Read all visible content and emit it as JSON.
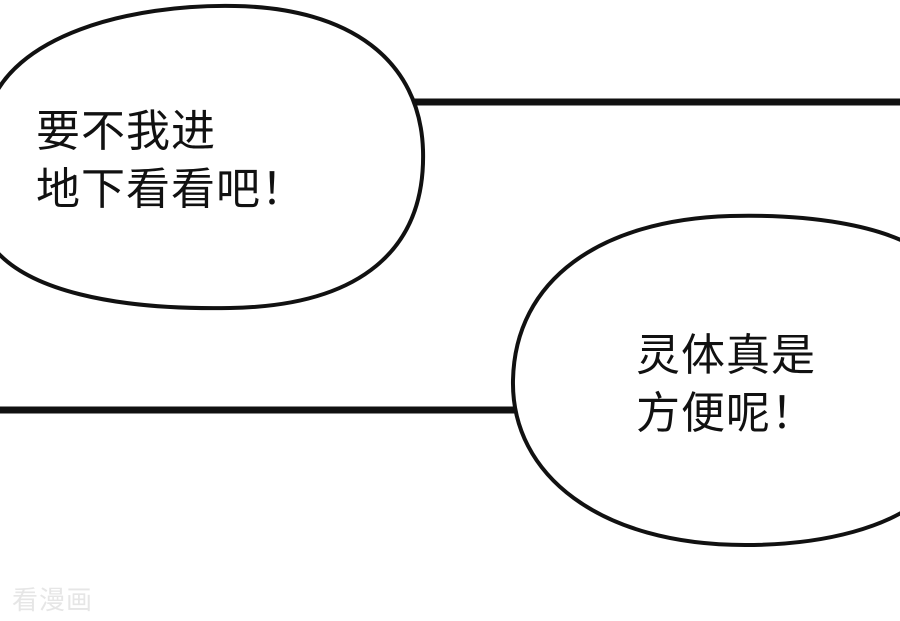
{
  "speech_bubbles": {
    "left": {
      "lines": [
        "要不我进",
        "地下看看吧！"
      ]
    },
    "right": {
      "lines": [
        "灵体真是",
        "方便呢！"
      ]
    }
  },
  "watermark": {
    "text": "看漫画"
  },
  "colors": {
    "ink": "#111111",
    "background": "#ffffff",
    "watermark": "#e6e6e6"
  }
}
